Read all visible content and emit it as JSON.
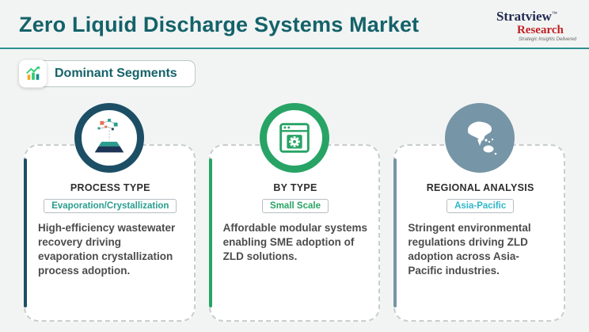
{
  "header": {
    "title": "Zero Liquid Discharge Systems Market",
    "logo": {
      "name": "Stratview",
      "tm": "™",
      "sub": "Research",
      "tagline": "Strategic Insights Delivered"
    }
  },
  "badge": {
    "label": "Dominant Segments"
  },
  "colors": {
    "title": "#14626a",
    "divider": "#2e8f8f",
    "badge_text": "#14626a",
    "logo_name": "#232a52",
    "logo_sub": "#c01f25"
  },
  "cards": [
    {
      "heading": "PROCESS TYPE",
      "highlight": "Evaporation/Crystallization",
      "highlight_color": "#2a9d8f",
      "accent": "#1c4f66",
      "body": "High-efficiency wastewater recovery driving evaporation crystallization process adoption."
    },
    {
      "heading": "BY TYPE",
      "highlight": "Small Scale",
      "highlight_color": "#27a465",
      "accent": "#27a465",
      "body": "Affordable modular systems enabling SME adoption of ZLD solutions."
    },
    {
      "heading": "REGIONAL ANALYSIS",
      "highlight": "Asia-Pacific",
      "highlight_color": "#2fb6c9",
      "accent": "#7695a6",
      "body": "Stringent environmental regulations driving ZLD adoption across Asia-Pacific industries."
    }
  ]
}
